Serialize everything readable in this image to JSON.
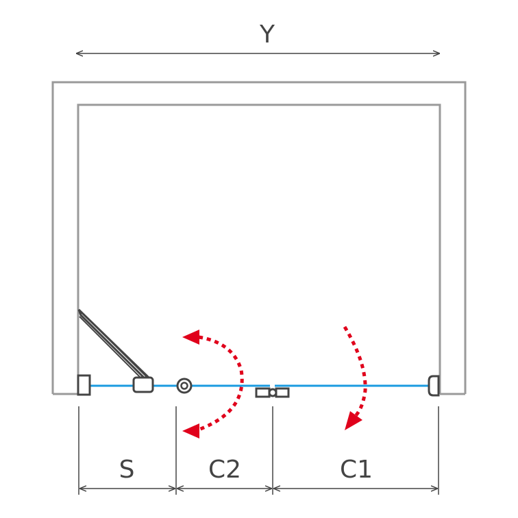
{
  "dimensions": {
    "overall_width": "Y",
    "fixed_panel": "S",
    "door_2": "C2",
    "door_1": "C1"
  },
  "colors": {
    "wall": "#9a9a9a",
    "glass": "#1a9be0",
    "hardware": "#444444",
    "swing_arrow": "#e0001b",
    "dimension": "#444444"
  }
}
